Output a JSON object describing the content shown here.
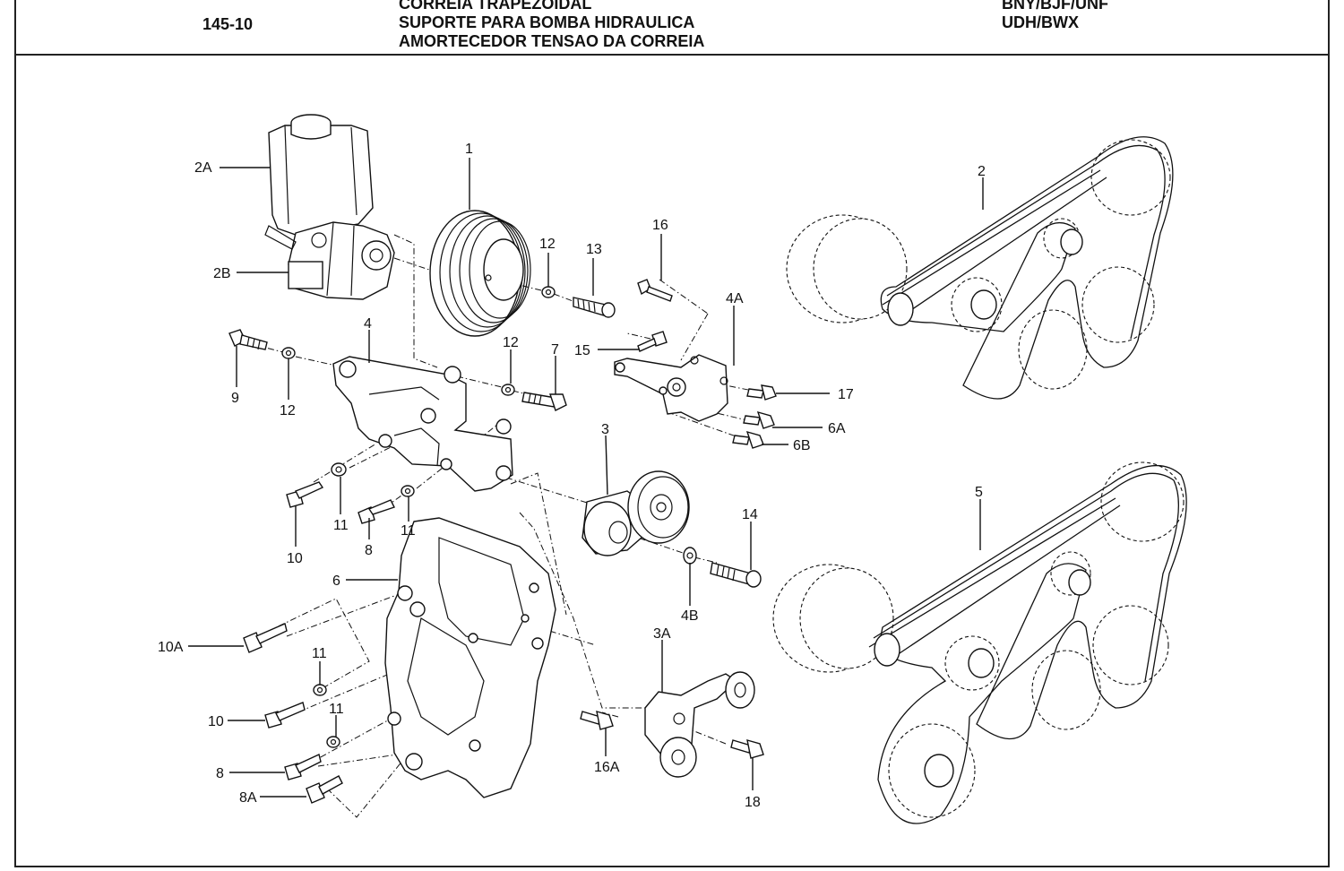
{
  "header": {
    "code": "145-10",
    "titles": [
      "CORREIA TRAPEZOIDAL",
      "SUPORTE PARA BOMBA HIDRAULICA",
      "AMORTECEDOR TENSAO DA CORREIA"
    ],
    "models": [
      "BNY/BJF/UNF",
      "UDH/BWX"
    ]
  },
  "callouts": {
    "c1": "1",
    "c2": "2",
    "c2A": "2A",
    "c2B": "2B",
    "c3": "3",
    "c3A": "3A",
    "c4": "4",
    "c4A": "4A",
    "c4B": "4B",
    "c5": "5",
    "c6": "6",
    "c6A": "6A",
    "c6B": "6B",
    "c7": "7",
    "c8a": "8",
    "c8b": "8",
    "c8A": "8A",
    "c9": "9",
    "c10a": "10",
    "c10b": "10",
    "c10A": "10A",
    "c11a": "11",
    "c11b": "11",
    "c11c": "11",
    "c11d": "11",
    "c12a": "12",
    "c12b": "12",
    "c12c": "12",
    "c13": "13",
    "c14": "14",
    "c15": "15",
    "c16": "16",
    "c16A": "16A",
    "c17": "17",
    "c18": "18"
  }
}
